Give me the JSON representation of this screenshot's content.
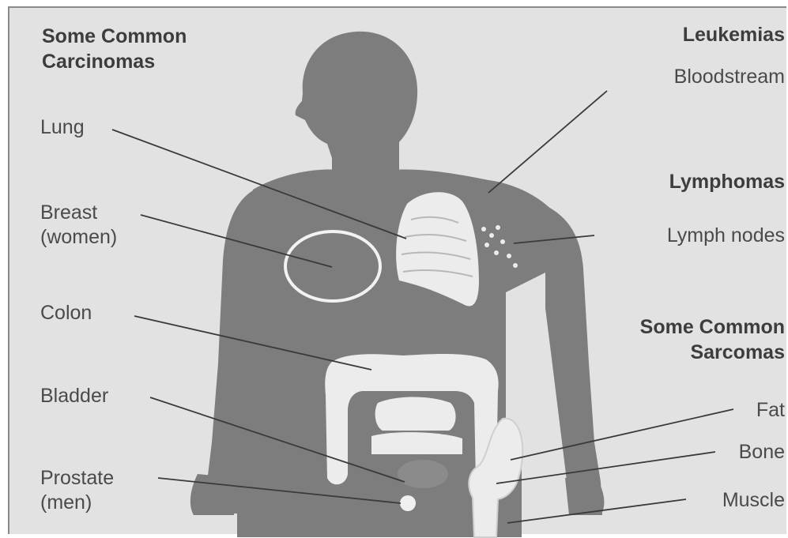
{
  "headings": {
    "carcinomas": [
      "Some Common",
      "Carcinomas"
    ],
    "leukemias": "Leukemias",
    "lymphomas": "Lymphomas",
    "sarcomas": [
      "Some Common",
      "Sarcomas"
    ]
  },
  "labels": {
    "lung": "Lung",
    "breast": [
      "Breast",
      "(women)"
    ],
    "colon": "Colon",
    "bladder": "Bladder",
    "prostate": [
      "Prostate",
      "(men)"
    ],
    "bloodstream": "Bloodstream",
    "lymph_nodes": "Lymph nodes",
    "fat": "Fat",
    "bone": "Bone",
    "muscle": "Muscle"
  },
  "colors": {
    "background": "#e2e2e2",
    "body_silhouette": "#7d7d7d",
    "organ_highlight": "#ececec",
    "leader_line": "#3a3a3a"
  }
}
